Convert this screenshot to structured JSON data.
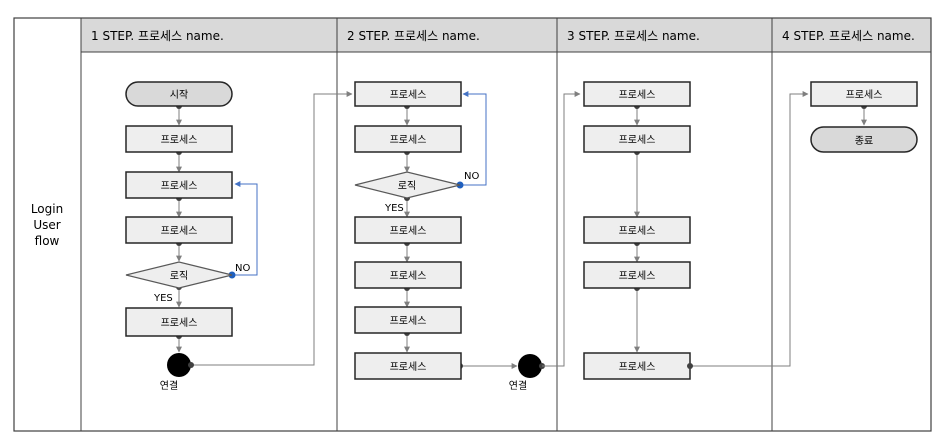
{
  "lane_label": [
    "Login",
    "User",
    "flow"
  ],
  "steps": [
    "1 STEP. 프로세스 name.",
    "2 STEP. 프로세스 name.",
    "3 STEP. 프로세스 name.",
    "4 STEP. 프로세스 name."
  ],
  "nodes": {
    "start": "시작",
    "process": "프로세스",
    "logic": "로직",
    "end": "종료",
    "connector": "연결"
  },
  "branch": {
    "yes": "YES",
    "no": "NO"
  },
  "colors": {
    "header_bg": "#d9d9d9",
    "node_fill": "#eeeeee",
    "feedback_line": "#4472c4",
    "feedback_dot": "#1f5fbf"
  }
}
